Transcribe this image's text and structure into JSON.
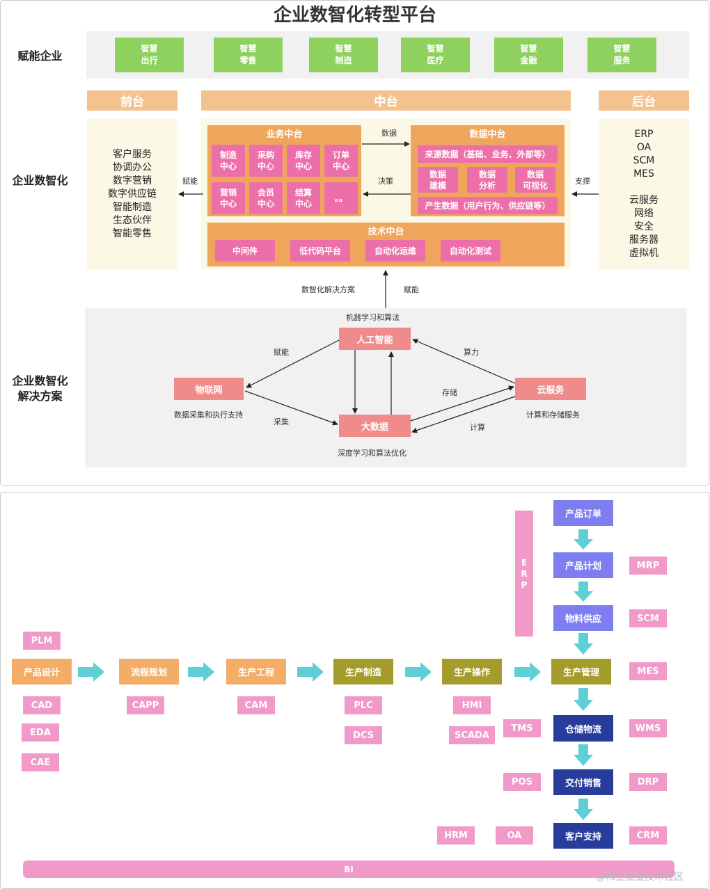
{
  "title": "企业数智化转型平台",
  "rows": {
    "empower": "赋能企业",
    "digital": "企业数智化",
    "solutions": "企业数智化\n解决方案"
  },
  "smart_apps": [
    "智慧\n出行",
    "智慧\n零售",
    "智慧\n制造",
    "智慧\n医疗",
    "智慧\n金融",
    "智慧\n服务"
  ],
  "front": {
    "title": "前台",
    "items": "客户服务\n协调办公\n数字营销\n数字供应链\n智能制造\n生态伙伴\n智能零售"
  },
  "middle": {
    "title": "中台",
    "business": {
      "title": "业务中台",
      "centers": [
        "制造\n中心",
        "采购\n中心",
        "库存\n中心",
        "订单\n中心",
        "营销\n中心",
        "会员\n中心",
        "结算\n中心",
        "。。"
      ]
    },
    "data": {
      "title": "数据中台",
      "source": "来源数据（基础、业务、外部等）",
      "items": [
        "数据\n建模",
        "数据\n分析",
        "数据\n可视化"
      ],
      "produced": "产生数据（用户行为、供应链等）"
    },
    "tech": {
      "title": "技术中台",
      "items": [
        "中间件",
        "低代码平台",
        "自动化运维",
        "自动化测试"
      ]
    },
    "arrows": {
      "data": "数据",
      "decision": "决策",
      "empower_left": "赋能",
      "support": "支撑"
    }
  },
  "back": {
    "title": "后台",
    "items": "ERP\nOA\nSCM\nMES\n\n云服务\n网络\n安全\n服务器\n虚拟机"
  },
  "bridge": {
    "left": "数智化解决方案",
    "right": "赋能"
  },
  "solutions": {
    "ai": "人工智能",
    "ai_caption": "机器学习和算法",
    "iot": "物联网",
    "iot_caption": "数据采集和执行支持",
    "bigdata": "大数据",
    "bigdata_caption": "深度学习和算法优化",
    "cloud": "云服务",
    "cloud_caption": "计算和存储服务",
    "edges": {
      "empower": "赋能",
      "collect": "采集",
      "compute_power": "算力",
      "storage": "存储",
      "compute": "计算"
    }
  },
  "flow": {
    "chain": [
      "产品设计",
      "流程规划",
      "生产工程",
      "生产制造",
      "生产操作",
      "生产管理"
    ],
    "vertical": [
      "产品订单",
      "产品计划",
      "物料供应",
      "仓储物流",
      "交付销售",
      "客户支持"
    ],
    "erp": "E\nR\nP",
    "bi": "BI",
    "tags": {
      "plm": "PLM",
      "cad": "CAD",
      "eda": "EDA",
      "cae": "CAE",
      "capp": "CAPP",
      "cam": "CAM",
      "plc": "PLC",
      "dcs": "DCS",
      "hmi": "HMI",
      "scada": "SCADA",
      "tms": "TMS",
      "pos": "POS",
      "hrm": "HRM",
      "oa": "OA",
      "mrp": "MRP",
      "scm": "SCM",
      "mes": "MES",
      "wms": "WMS",
      "drp": "DRP",
      "crm": "CRM"
    }
  },
  "watermark": "@稀土掘金技术社区"
}
